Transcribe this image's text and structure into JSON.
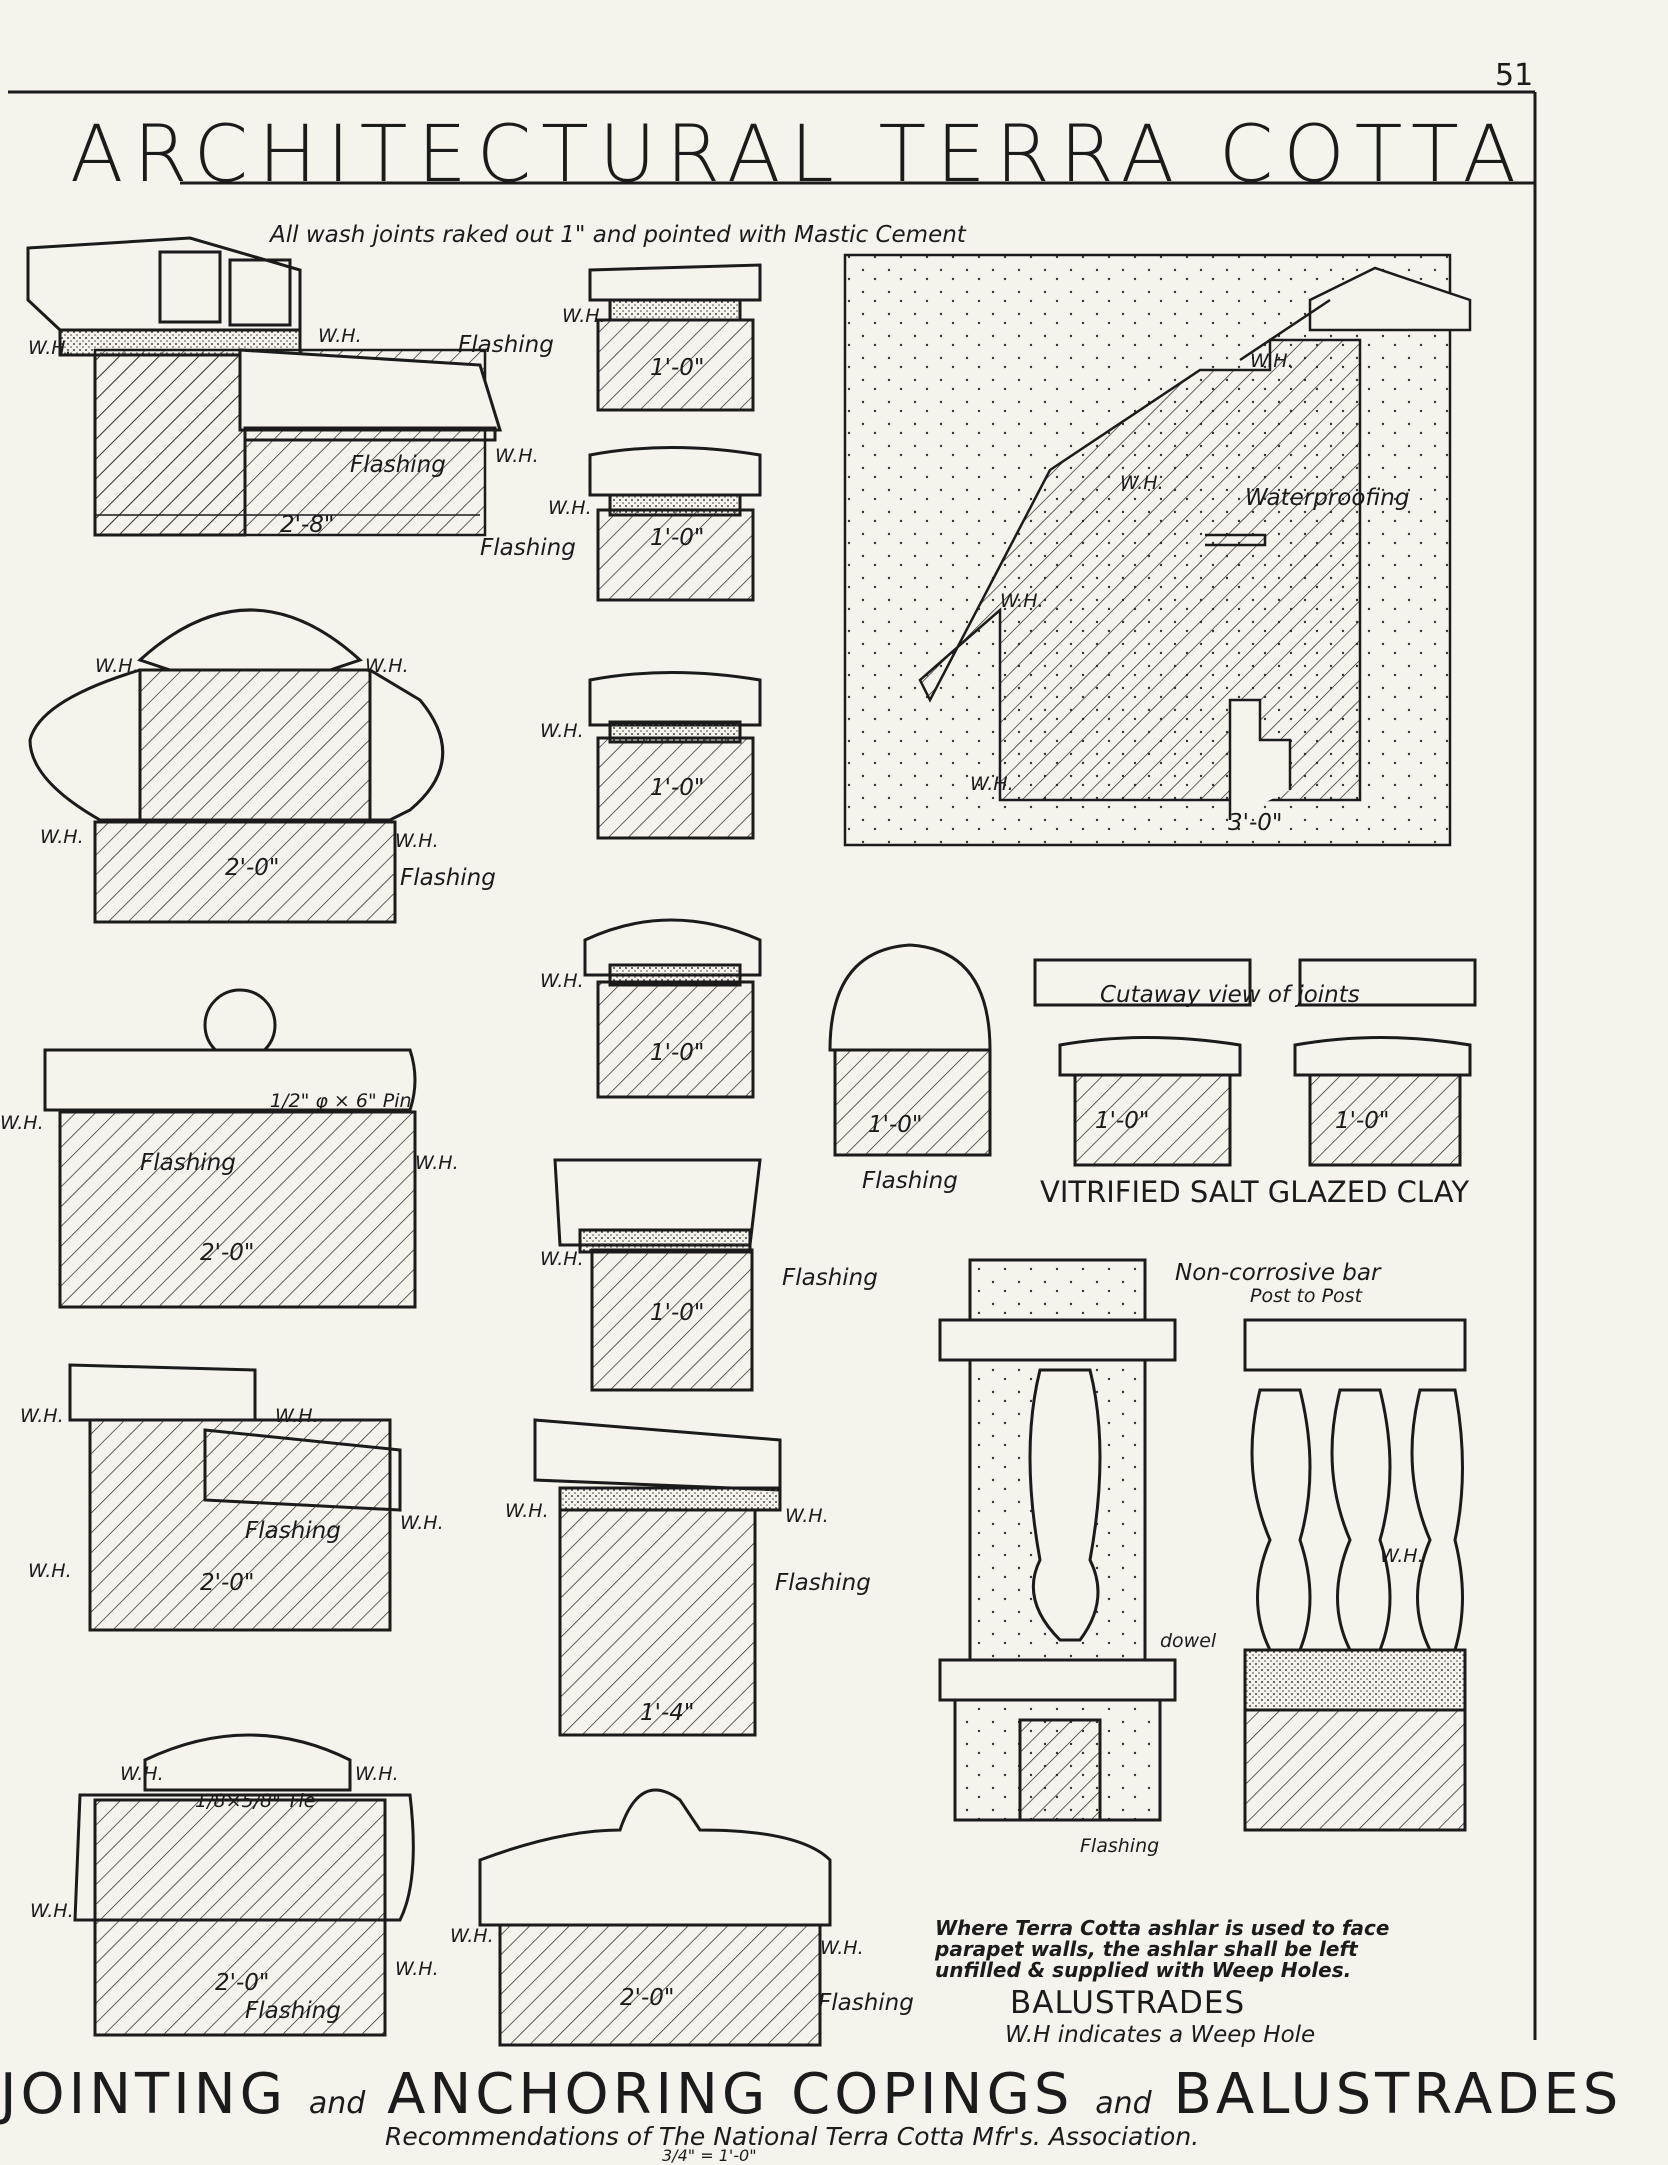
{
  "page_number": "51",
  "title": "ARCHITECTURAL TERRA COTTA",
  "labels": {
    "wash_joints": "All wash joints raked out 1\" and pointed with Mastic Cement",
    "wh": "W.H.",
    "flashing": "Flashing",
    "waterproofing": "Waterproofing",
    "pin": "1/2\" φ × 6\" Pin",
    "tie": "1/8×5/8\" Tie",
    "cutaway": "Cutaway view of joints",
    "vitrified": "VITRIFIED SALT GLAZED CLAY",
    "non_corrosive": "Non-corrosive bar",
    "post_to_post": "Post to Post",
    "dowel": "dowel",
    "note": "Where Terra Cotta ashlar is used to face parapet walls, the ashlar shall be left unfilled & supplied with Weep Holes.",
    "balustrades": "BALUSTRADES",
    "wh_legend": "W.H indicates a Weep Hole"
  },
  "dimensions": {
    "d_2_8": "2'-8\"",
    "d_1_0": "1'-0\"",
    "d_2_0": "2'-0\"",
    "d_3_0": "3'-0\"",
    "d_1_4": "1'-4\""
  },
  "footer": {
    "jointing": "JOINTING",
    "and": "and",
    "anchoring": "ANCHORING COPINGS",
    "balustrades": "BALUSTRADES",
    "recommendations": "Recommendations of The National Terra Cotta Mfr's. Association.",
    "scale": "3/4\" = 1'-0\""
  }
}
